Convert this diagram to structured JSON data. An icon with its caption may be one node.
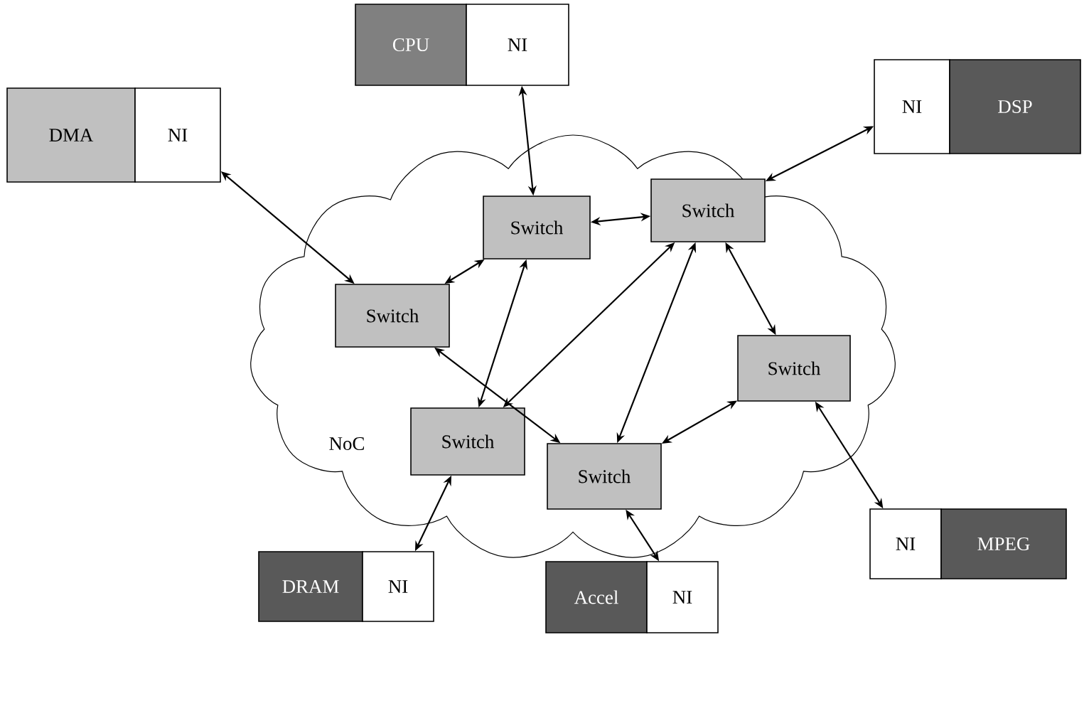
{
  "diagram": {
    "nodes": [
      {
        "text": [
          "NoC"
        ]
      },
      {
        "text": [
          "DMA"
        ]
      },
      {
        "text": [
          "NI"
        ]
      },
      {
        "text": [
          "CPU"
        ]
      },
      {
        "text": [
          "NI"
        ]
      },
      {
        "text": [
          "NI"
        ]
      },
      {
        "text": [
          "DSP"
        ]
      },
      {
        "text": [
          "Switch"
        ],
        "in": 0
      },
      {
        "text": [
          "Switch"
        ],
        "in": 0
      },
      {
        "text": [
          "Switch"
        ],
        "in": 0
      },
      {
        "text": [
          "Switch"
        ],
        "in": 0
      },
      {
        "text": [
          "Switch"
        ],
        "in": 0
      },
      {
        "text": [
          "Switch"
        ],
        "in": 0
      },
      {
        "text": [
          "DRAM"
        ]
      },
      {
        "text": [
          "NI"
        ]
      },
      {
        "text": [
          "Accel"
        ]
      },
      {
        "text": [
          "NI"
        ]
      },
      {
        "text": [
          "NI"
        ]
      },
      {
        "text": [
          "MPEG"
        ]
      }
    ],
    "edges": [
      {
        "from": 2,
        "to": 9,
        "arrow": "both"
      },
      {
        "from": 4,
        "to": 7,
        "arrow": "both"
      },
      {
        "from": 5,
        "to": 8,
        "arrow": "both"
      },
      {
        "from": 7,
        "to": 8,
        "arrow": "both"
      },
      {
        "from": 7,
        "to": 9,
        "arrow": "both"
      },
      {
        "from": 7,
        "to": 11,
        "arrow": "both"
      },
      {
        "from": 8,
        "to": 11,
        "arrow": "both"
      },
      {
        "from": 8,
        "to": 12,
        "arrow": "both"
      },
      {
        "from": 8,
        "to": 10,
        "arrow": "both"
      },
      {
        "from": 9,
        "to": 12,
        "arrow": "both"
      },
      {
        "from": 10,
        "to": 12,
        "arrow": "both"
      },
      {
        "from": 11,
        "to": 14,
        "arrow": "both"
      },
      {
        "from": 12,
        "to": 16,
        "arrow": "both"
      },
      {
        "from": 10,
        "to": 17,
        "arrow": "both"
      }
    ]
  }
}
